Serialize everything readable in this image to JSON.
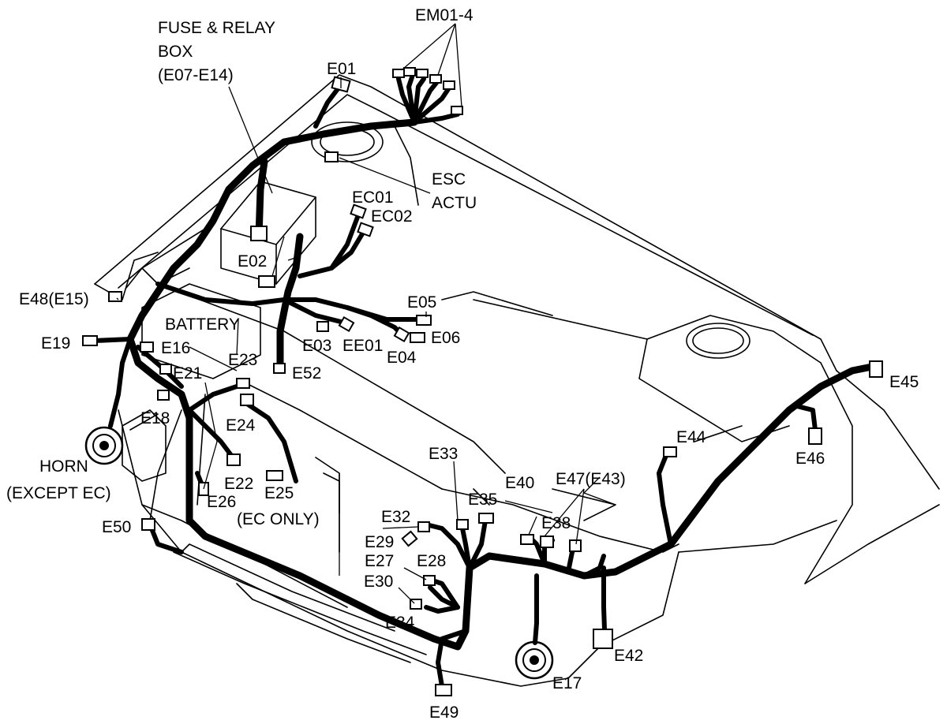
{
  "labels": {
    "fuse_relay_box": [
      "FUSE & RELAY",
      "BOX",
      "(E07-E14)"
    ],
    "em01_4": "EM01-4",
    "e01": "E01",
    "esc_actu": [
      "ESC",
      "ACTU"
    ],
    "ec01": "EC01",
    "ec02": "EC02",
    "e02": "E02",
    "e48_e15": "E48(E15)",
    "battery": "BATTERY",
    "e05": "E05",
    "e06": "E06",
    "e03": "E03",
    "ee01": "EE01",
    "e04": "E04",
    "e19": "E19",
    "e16": "E16",
    "e23": "E23",
    "e52": "E52",
    "e21": "E21",
    "e18": "E18",
    "e24": "E24",
    "horn_except_ec": [
      "HORN",
      "(EXCEPT EC)"
    ],
    "e22": "E22",
    "e25": "E25",
    "e26": "E26",
    "ec_only": "(EC ONLY)",
    "e50": "E50",
    "e45": "E45",
    "e46": "E46",
    "e44": "E44",
    "e33": "E33",
    "e47_e43": "E47(E43)",
    "e40": "E40",
    "e35": "E35",
    "e38": "E38",
    "e32": "E32",
    "e29": "E29",
    "e27": "E27",
    "e28": "E28",
    "e30": "E30",
    "e34": "E34",
    "e42": "E42",
    "e17": "E17",
    "e49": "E49"
  }
}
